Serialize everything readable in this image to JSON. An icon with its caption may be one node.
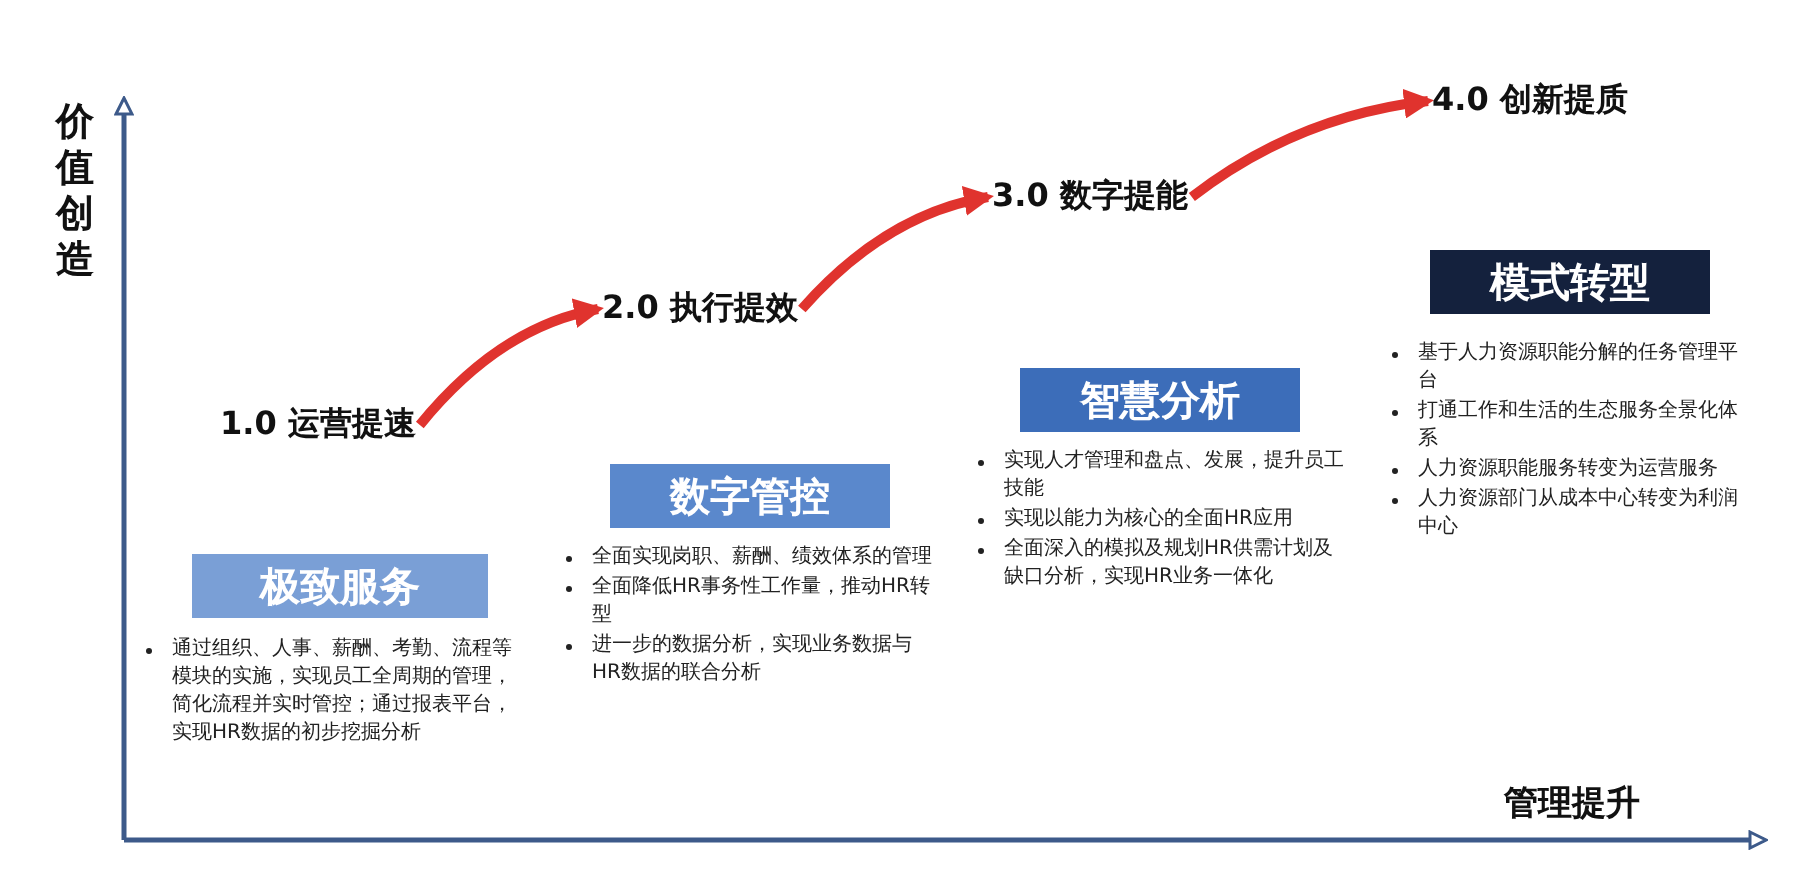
{
  "diagram": {
    "nodes": [
      {
        "text": [
          "1.0 运营提速"
        ]
      },
      {
        "text": [
          "极致服务"
        ],
        "beside": [
          "通过组织、人事、薪酬、考勤、流程等模块的实施，实现员工全周期的管理，简化流程并实时管控；通过报表平台，实现HR数据的初步挖掘分析"
        ]
      },
      {
        "text": [
          "2.0 执行提效"
        ]
      },
      {
        "text": [
          "数字管控"
        ],
        "beside": [
          "全面实现岗职、薪酬、绩效体系的管理",
          "全面降低HR事务性工作量，推动HR转型",
          "进一步的数据分析，实现业务数据与HR数据的联合分析"
        ]
      },
      {
        "text": [
          "3.0 数字提能"
        ]
      },
      {
        "text": [
          "智慧分析"
        ],
        "beside": [
          "实现人才管理和盘点、发展，提升员工技能",
          "实现以能力为核心的全面HR应用",
          "全面深入的模拟及规划HR供需计划及缺口分析，实现HR业务一体化"
        ]
      },
      {
        "text": [
          "4.0 创新提质"
        ]
      },
      {
        "text": [
          "模式转型"
        ],
        "beside": [
          "基于人力资源职能分解的任务管理平台",
          "打通工作和生活的生态服务全景化体系",
          "人力资源职能服务转变为运营服务",
          "人力资源部门从成本中心转变为利润中心"
        ]
      }
    ],
    "edges": [
      {
        "from": 0,
        "to": 2,
        "arrow": "to",
        "color": "#e0332e"
      },
      {
        "from": 2,
        "to": 4,
        "arrow": "to",
        "color": "#e0332e"
      },
      {
        "from": 4,
        "to": 6,
        "arrow": "to",
        "color": "#e0332e"
      }
    ],
    "labels": [
      "价值创造",
      "管理提升"
    ]
  }
}
